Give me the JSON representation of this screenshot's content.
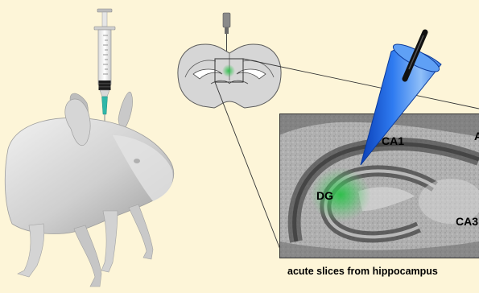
{
  "labels": {
    "ca1": "CA1",
    "dg": "DG",
    "ca3": "CA3",
    "edge": "A"
  },
  "caption": "acute slices from hippocampus",
  "colors": {
    "background": "#fdf5d8",
    "probe": "#1e66e0",
    "injection_spot": "#2ec84a",
    "needle_tip": "#2fb7a8"
  },
  "icons": [
    "syringe-icon",
    "mouse-illustration",
    "brain-section-icon",
    "electrode-probe-icon"
  ]
}
